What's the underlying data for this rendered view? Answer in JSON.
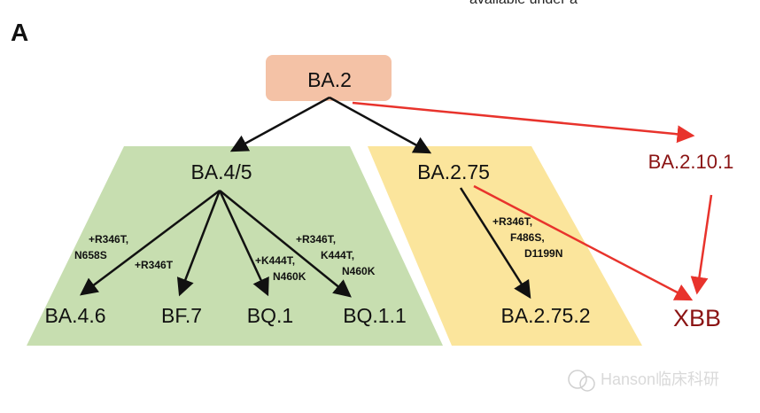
{
  "top_fragment": "available under a",
  "panel_label": "A",
  "nodes": {
    "ba2": "BA.2",
    "ba45": "BA.4/5",
    "ba275": "BA.2.75",
    "ba2101": "BA.2.10.1",
    "ba46": "BA.4.6",
    "bf7": "BF.7",
    "bq1": "BQ.1",
    "bq11": "BQ.1.1",
    "ba2752": "BA.2.75.2",
    "xbb": "XBB"
  },
  "mutations": {
    "ba46": [
      "+R346T,",
      "N658S"
    ],
    "bf7": [
      "+R346T"
    ],
    "bq1": [
      "+K444T,",
      "N460K"
    ],
    "bq11": [
      "+R346T,",
      "K444T,",
      "N460K"
    ],
    "ba2752": [
      "+R346T,",
      "F486S,",
      "D1199N"
    ]
  },
  "watermark": "Hanson临床科研",
  "colors": {
    "ba2_box": "#f4c2a6",
    "green": "#c7deb0",
    "yellow": "#fbe59c",
    "red_arrow": "#e8332c",
    "dark_red": "#8b1414"
  }
}
